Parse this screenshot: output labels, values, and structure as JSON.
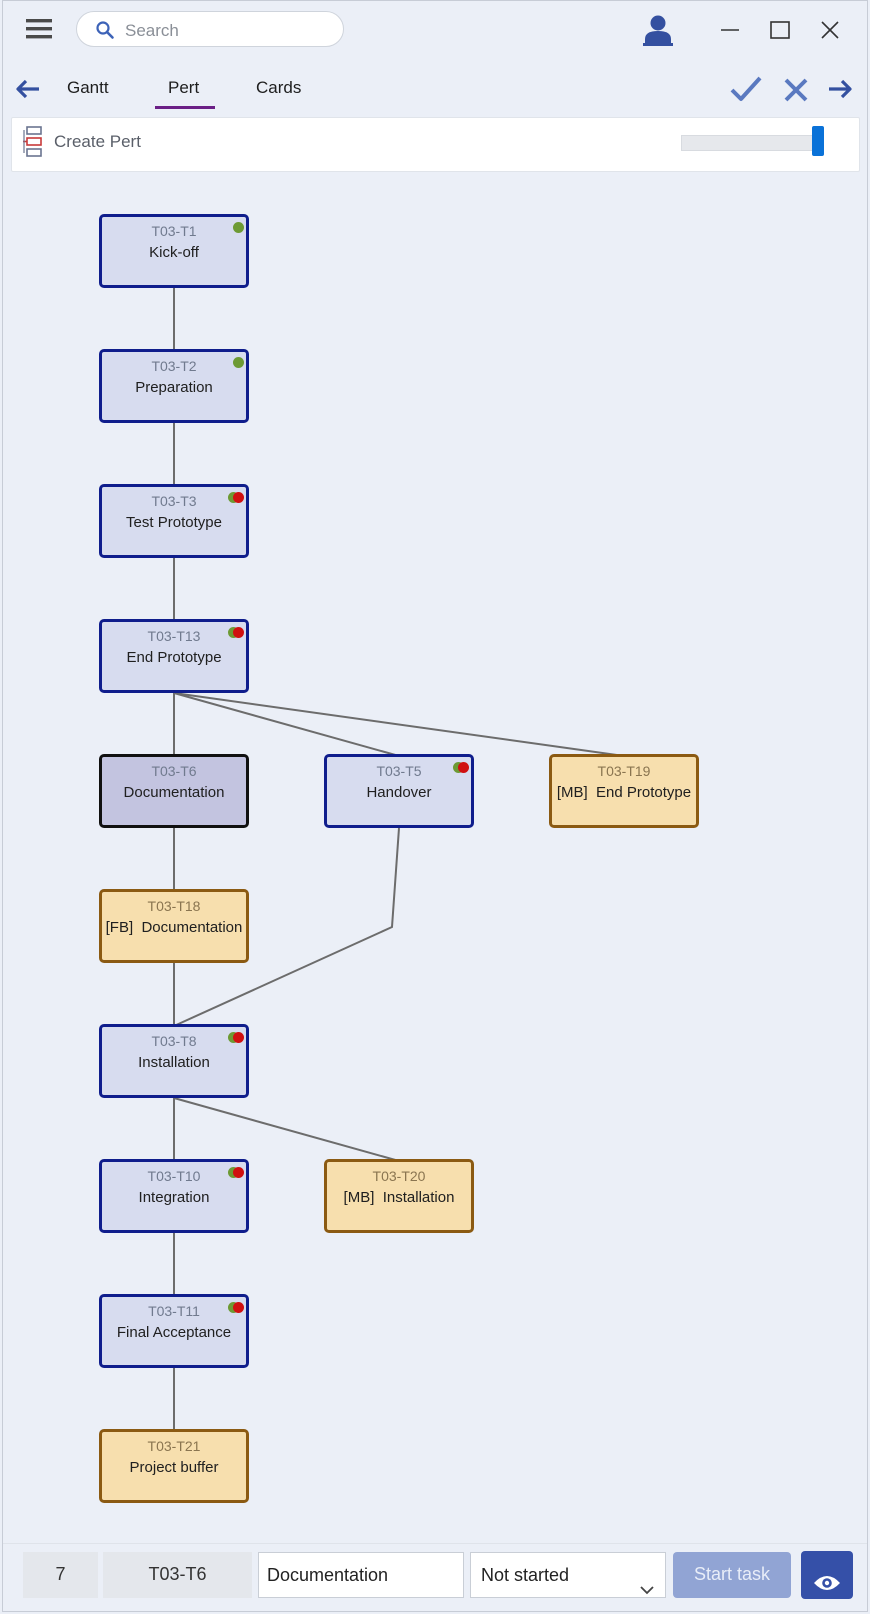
{
  "search": {
    "placeholder": "Search"
  },
  "tabs": [
    {
      "label": "Gantt"
    },
    {
      "label": "Pert",
      "active": true
    },
    {
      "label": "Cards"
    }
  ],
  "toolbar": {
    "create_label": "Create Pert",
    "zoom_slider_value": 1.0
  },
  "nodes": [
    {
      "id": "T03-T1",
      "name": "Kick-off",
      "status": "green"
    },
    {
      "id": "T03-T2",
      "name": "Preparation",
      "status": "green"
    },
    {
      "id": "T03-T3",
      "name": "Test Prototype",
      "status": "green-red"
    },
    {
      "id": "T03-T13",
      "name": "End Prototype",
      "status": "green-red"
    },
    {
      "id": "T03-T6",
      "name": "Documentation",
      "status": "none",
      "selected": true
    },
    {
      "id": "T03-T5",
      "name": "Handover",
      "status": "green-red"
    },
    {
      "id": "T03-T19",
      "name": "[MB]  End Prototype",
      "status": "none",
      "buffer": true
    },
    {
      "id": "T03-T18",
      "name": "[FB]  Documentation",
      "status": "none",
      "buffer": true
    },
    {
      "id": "T03-T8",
      "name": "Installation",
      "status": "green-red"
    },
    {
      "id": "T03-T10",
      "name": "Integration",
      "status": "green-red"
    },
    {
      "id": "T03-T20",
      "name": "[MB]  Installation",
      "status": "none",
      "buffer": true
    },
    {
      "id": "T03-T11",
      "name": "Final Acceptance",
      "status": "green-red"
    },
    {
      "id": "T03-T21",
      "name": "Project buffer",
      "status": "none",
      "buffer": true
    }
  ],
  "colors": {
    "task_border": "#0f1d8c",
    "task_fill": "#d7dcef",
    "buffer_border": "#8b5a12",
    "buffer_fill": "#f7dfae",
    "status_green": "#6d9a34",
    "status_red": "#d01010",
    "accent": "#3550a8"
  },
  "bottom": {
    "number": "7",
    "task_id": "T03-T6",
    "task_name": "Documentation",
    "status_select": "Not started",
    "start_button": "Start task"
  }
}
